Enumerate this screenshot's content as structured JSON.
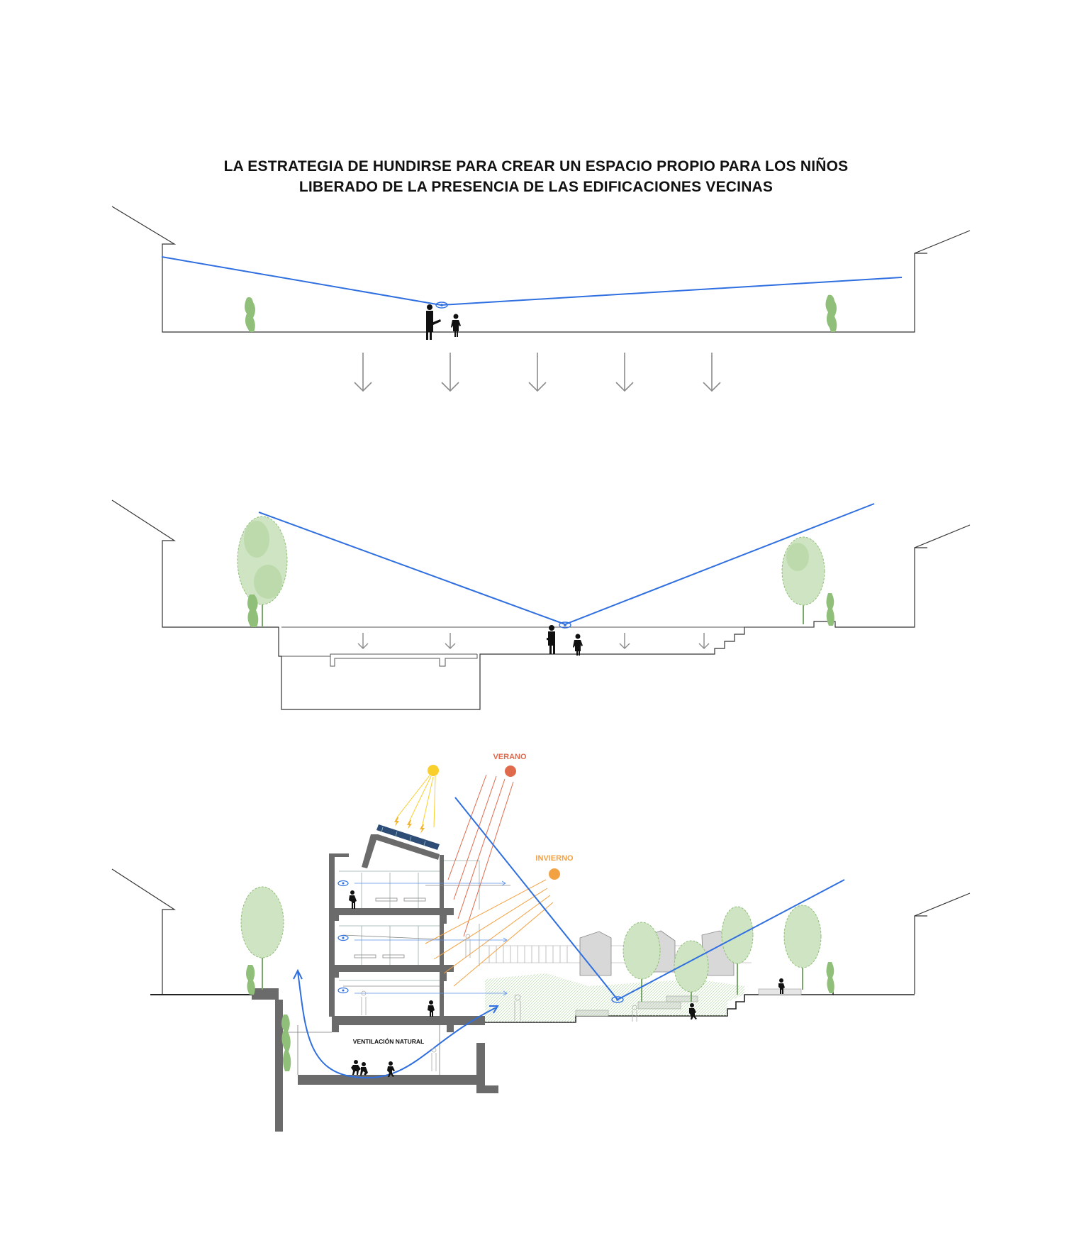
{
  "title": {
    "line1": "LA ESTRATEGIA DE HUNDIRSE PARA CREAR UN ESPACIO PROPIO PARA LOS NIÑOS",
    "line2": "LIBERADO DE LA PRESENCIA DE LAS EDIFICACIONES VECINAS"
  },
  "labels": {
    "summer": "VERANO",
    "winter": "INVIERNO",
    "ventilation": "VENTILACIÓN NATURAL"
  },
  "colors": {
    "sightline": "#2f6fe0",
    "summer_sun": "#e06a4c",
    "winter_sun": "#f3a243",
    "noon_sun": "#f8cf2b",
    "vegetation": "#8fbf78",
    "structure": "#555555",
    "arrow": "#8a8a8a"
  },
  "icons": [
    "eye-icon",
    "down-arrow-icon",
    "sun-icon",
    "tree-icon",
    "person-icon",
    "solar-panel-icon"
  ]
}
